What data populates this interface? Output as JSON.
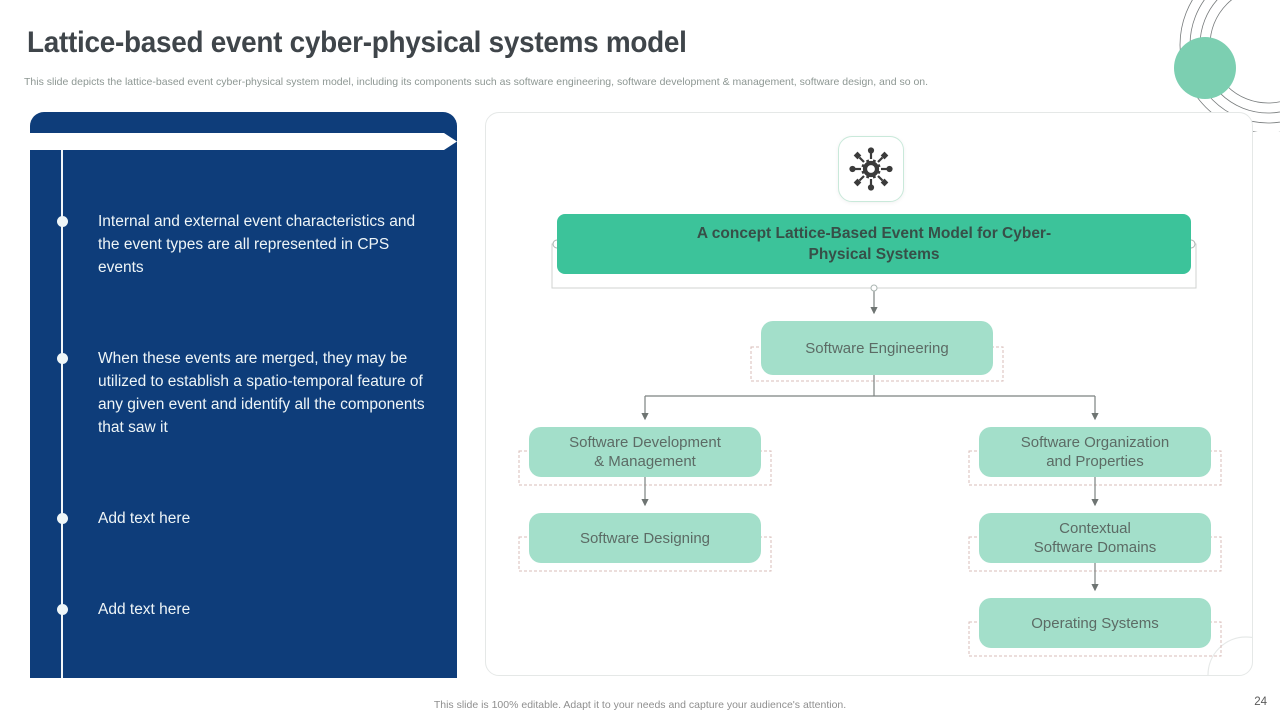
{
  "slide": {
    "title": "Lattice-based event cyber-physical systems model",
    "subtitle": "This slide depicts the lattice-based event cyber-physical system model, including its components such as software engineering, software development & management, software design, and so on.",
    "footer": "This slide is 100% editable. Adapt it to your needs and capture your audience's attention.",
    "page_number": "24"
  },
  "panel": {
    "bullets": [
      "Internal and external event characteristics and the event types are all represented in CPS events",
      "When these events are merged, they may be utilized to establish a spatio-temporal feature of any given event and identify all the components that saw it",
      "Add text here",
      "Add text here"
    ]
  },
  "diagram": {
    "badge_icon": "gear-hub-icon",
    "root_label": "A concept Lattice-Based Event Model for Cyber-\nPhysical Systems",
    "nodes": {
      "software_engineering": "Software Engineering",
      "software_dev_mgmt": "Software Development\n& Management",
      "software_org_props": "Software Organization\nand Properties",
      "software_designing": "Software Designing",
      "contextual_domains": "Contextual\nSoftware Domains",
      "operating_systems": "Operating Systems"
    }
  },
  "colors": {
    "navy_panel": "#0e3d7a",
    "teal_root": "#3cc39a",
    "mint_node": "#a3dfca",
    "teal_circle": "#7ccfb1",
    "dashed_outline": "#d9beba",
    "connector": "#7c8280"
  }
}
